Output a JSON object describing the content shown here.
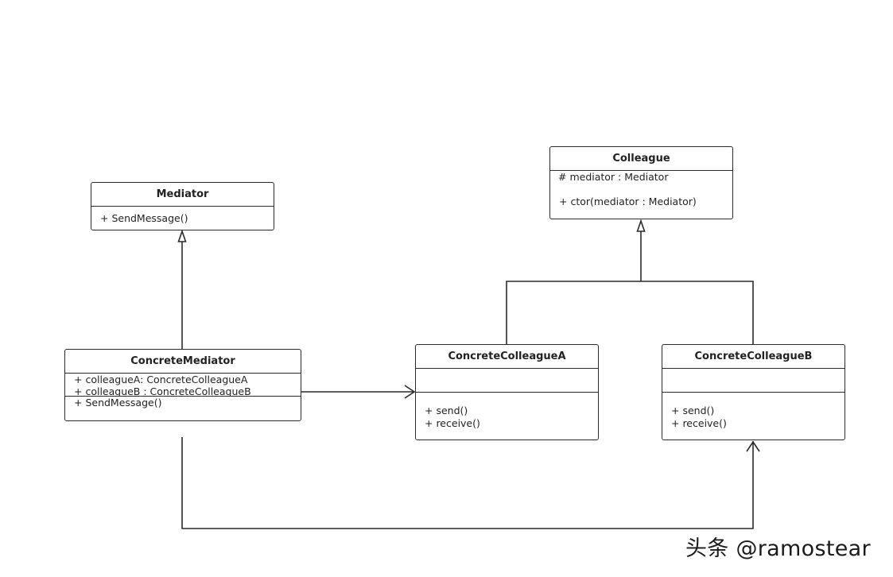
{
  "classes": {
    "mediator": {
      "name": "Mediator",
      "operations": [
        "+ SendMessage()"
      ]
    },
    "concrete_mediator": {
      "name": "ConcreteMediator",
      "attributes": [
        "+ colleagueA: ConcreteColleagueA",
        "+ colleagueB : ConcreteColleagueB"
      ],
      "operations": [
        "+ SendMessage()"
      ]
    },
    "colleague": {
      "name": "Colleague",
      "attributes": [
        "# mediator : Mediator"
      ],
      "operations": [
        "+ ctor(mediator : Mediator)"
      ]
    },
    "concrete_colleague_a": {
      "name": "ConcreteColleagueA",
      "operations": [
        "+ send()",
        "+ receive()"
      ]
    },
    "concrete_colleague_b": {
      "name": "ConcreteColleagueB",
      "operations": [
        "+ send()",
        "+ receive()"
      ]
    }
  },
  "relations": [
    {
      "from": "ConcreteMediator",
      "to": "Mediator",
      "kind": "generalization"
    },
    {
      "from": "ConcreteColleagueA",
      "to": "Colleague",
      "kind": "generalization"
    },
    {
      "from": "ConcreteColleagueB",
      "to": "Colleague",
      "kind": "generalization"
    },
    {
      "from": "ConcreteMediator",
      "to": "ConcreteColleagueA",
      "kind": "association"
    },
    {
      "from": "ConcreteMediator",
      "to": "ConcreteColleagueB",
      "kind": "association"
    }
  ],
  "watermark": "头条 @ramostear"
}
